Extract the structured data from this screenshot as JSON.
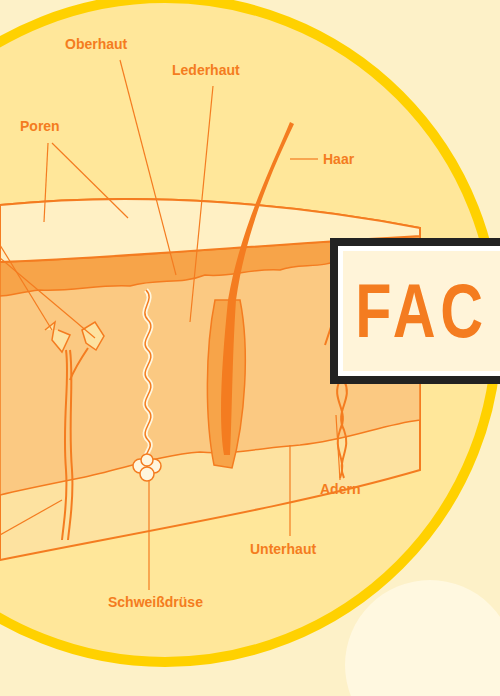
{
  "diagram": {
    "nodes": [
      {
        "text": [
          "FAC"
        ]
      }
    ],
    "labels": [
      "Oberhaut",
      "Lederhaut",
      "Poren",
      "Haar",
      "Adern",
      "Unterhaut",
      "Schweißdrüse"
    ]
  }
}
